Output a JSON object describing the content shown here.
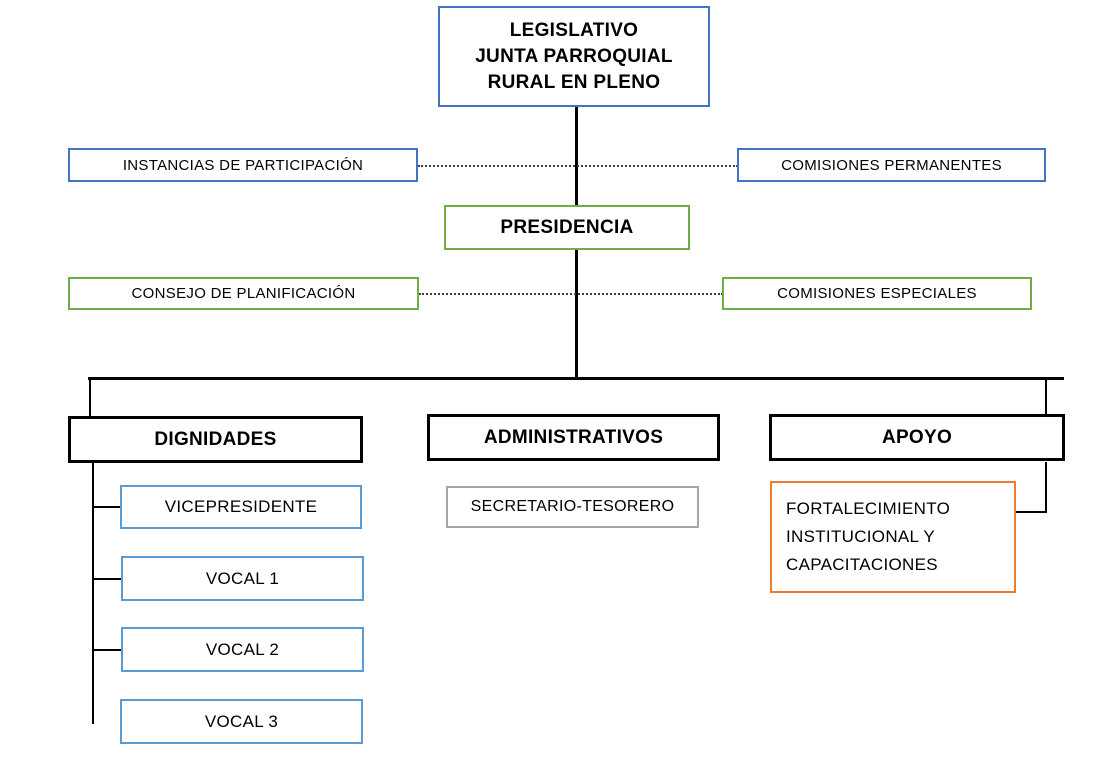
{
  "chart_data": {
    "type": "diagram",
    "title": "Organigrama Junta Parroquial Rural",
    "subtype": "organizational-chart",
    "orientation": "top-down",
    "levels": 4,
    "node_count": 13
  },
  "colors": {
    "blue": "#4472C4",
    "light_blue": "#5B9BD5",
    "green": "#70AD47",
    "orange": "#ED7D31",
    "gray": "#A6A6A6",
    "black": "#000000",
    "background": "#FFFFFF",
    "dotted_connector": "#404040"
  },
  "nodes": {
    "root": {
      "label": "LEGISLATIVO\nJUNTA PARROQUIAL\nRURAL EN PLENO",
      "border_color": "#4472C4",
      "level": 1
    },
    "presidencia": {
      "label": "PRESIDENCIA",
      "border_color": "#70AD47",
      "level": 2
    },
    "lateral_blue": [
      {
        "label": "INSTANCIAS DE PARTICIPACIÓN",
        "border_color": "#4472C4",
        "side": "left"
      },
      {
        "label": "COMISIONES  PERMANENTES",
        "border_color": "#4472C4",
        "side": "right"
      }
    ],
    "lateral_green": [
      {
        "label": "CONSEJO DE PLANIFICACIÓN",
        "border_color": "#70AD47",
        "side": "left"
      },
      {
        "label": "COMISIONES  ESPECIALES",
        "border_color": "#70AD47",
        "side": "right"
      }
    ],
    "branches": [
      {
        "label": "DIGNIDADES",
        "border_color": "#000000",
        "level": 3
      },
      {
        "label": "ADMINISTRATIVOS",
        "border_color": "#000000",
        "level": 3
      },
      {
        "label": "APOYO",
        "border_color": "#000000",
        "level": 3
      }
    ],
    "dignidades_children": [
      {
        "label": "VICEPRESIDENTE",
        "border_color": "#5B9BD5"
      },
      {
        "label": "VOCAL 1",
        "border_color": "#5B9BD5"
      },
      {
        "label": "VOCAL 2",
        "border_color": "#5B9BD5"
      },
      {
        "label": "VOCAL 3",
        "border_color": "#5B9BD5"
      }
    ],
    "administrativos_children": [
      {
        "label": "SECRETARIO-TESORERO",
        "border_color": "#A6A6A6"
      }
    ],
    "apoyo_children": [
      {
        "label": "FORTALECIMIENTO\nINSTITUCIONAL   Y\nCAPACITACIONES",
        "border_color": "#ED7D31"
      }
    ]
  }
}
